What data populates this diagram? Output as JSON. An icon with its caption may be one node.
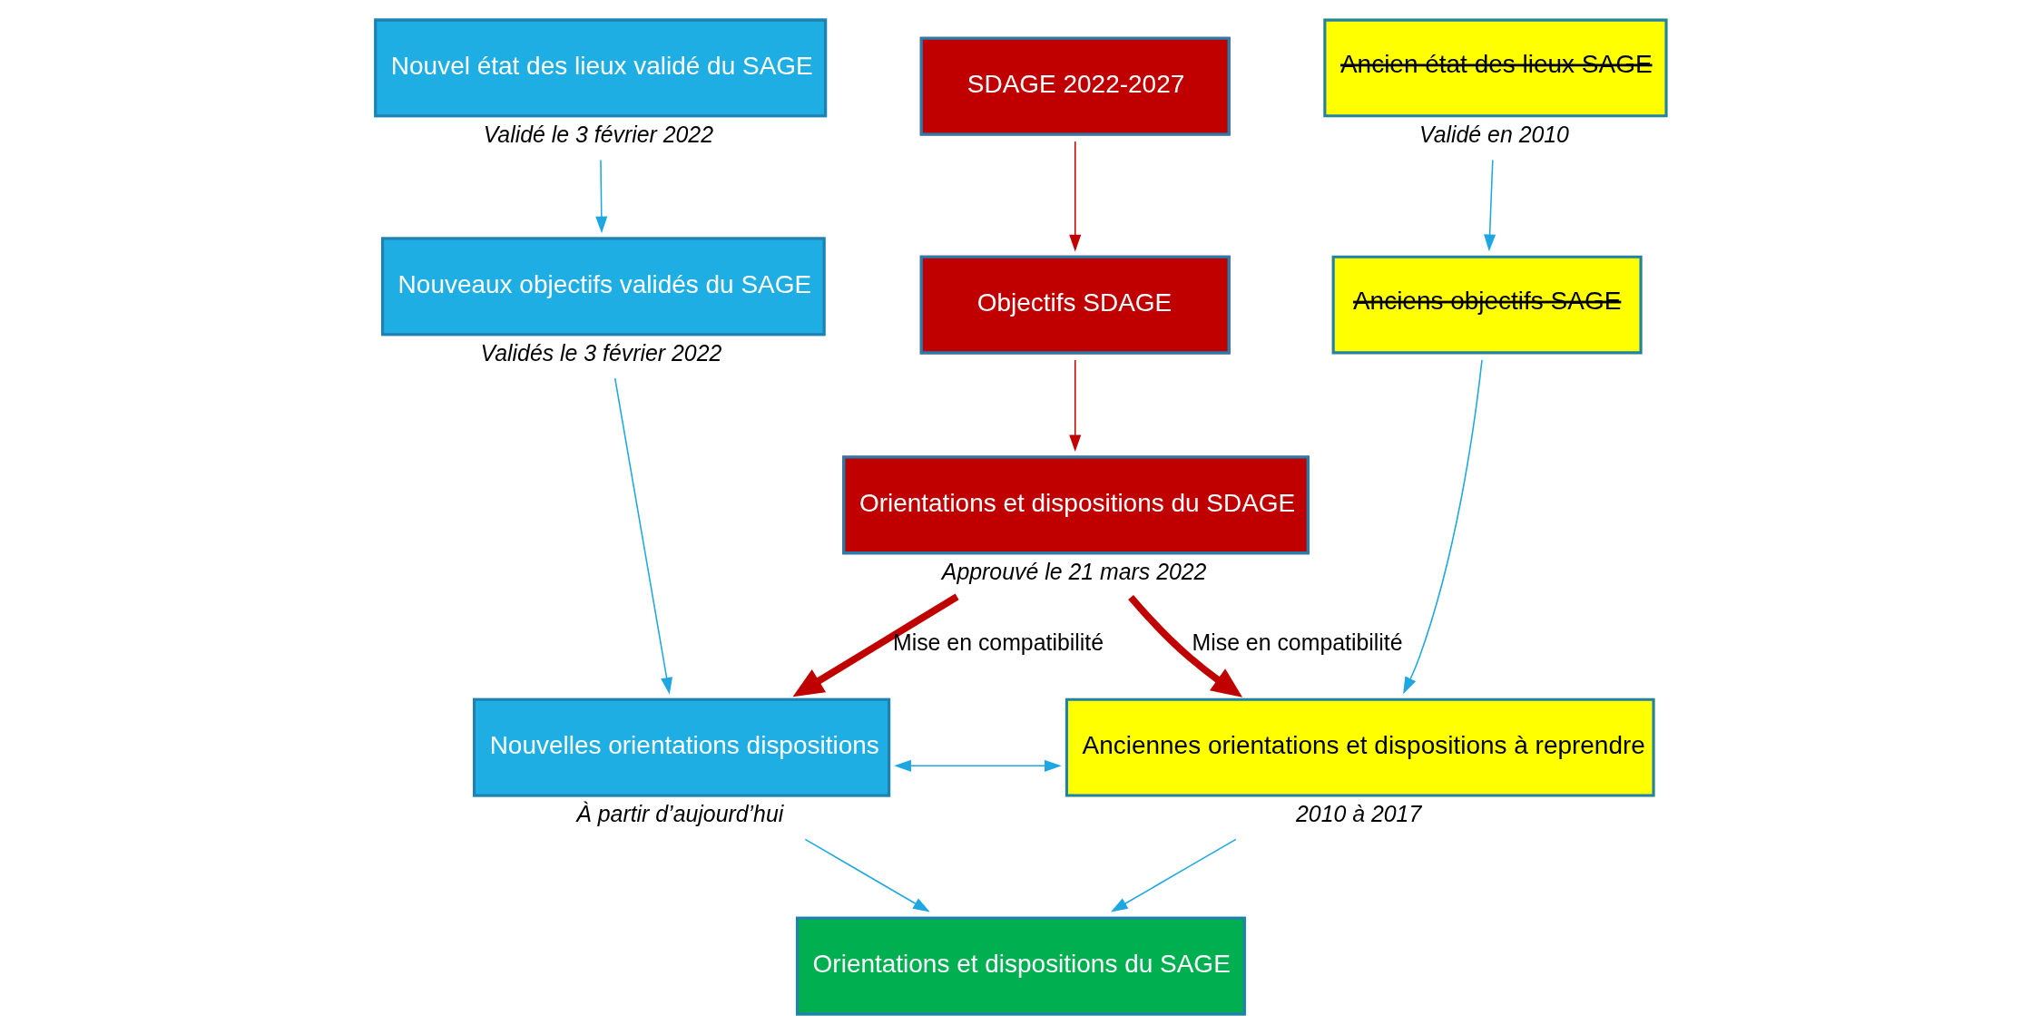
{
  "diagram": {
    "nodes": [
      {
        "text": [
          "Nouvel état des lieux validé du SAGE"
        ],
        "beside": [
          "Validé le 3 février 2022"
        ]
      },
      {
        "text": [
          "SDAGE 2022-2027"
        ]
      },
      {
        "text": [
          "Ancien état des lieux SAGE"
        ],
        "beside": [
          "Validé en 2010"
        ]
      },
      {
        "text": [
          "Nouveaux objectifs validés du SAGE"
        ],
        "beside": [
          "Validés le 3 février 2022"
        ]
      },
      {
        "text": [
          "Objectifs SDAGE"
        ]
      },
      {
        "text": [
          "Anciens objectifs SAGE"
        ]
      },
      {
        "text": [
          "Orientations et dispositions du SDAGE"
        ],
        "beside": [
          "Approuvé le 21 mars 2022"
        ]
      },
      {
        "text": [
          "Nouvelles orientations dispositions"
        ],
        "beside": [
          "À partir d’aujourd’hui"
        ]
      },
      {
        "text": [
          "Anciennes orientations et dispositions à reprendre"
        ],
        "beside": [
          "2010 à 2017"
        ]
      },
      {
        "text": [
          "Orientations et dispositions du SAGE"
        ]
      }
    ],
    "edges": [
      {
        "from": 0,
        "to": 3,
        "arrow": "to"
      },
      {
        "from": 1,
        "to": 4,
        "arrow": "to",
        "color": "#c00000"
      },
      {
        "from": 2,
        "to": 5,
        "arrow": "to"
      },
      {
        "from": 4,
        "to": 6,
        "arrow": "to",
        "color": "#c00000"
      },
      {
        "from": 3,
        "to": 7,
        "arrow": "to"
      },
      {
        "from": 5,
        "to": 8,
        "arrow": "to"
      },
      {
        "from": 6,
        "to": 7,
        "arrow": "to",
        "label": "Mise en compatibilité",
        "style": "thick",
        "color": "#c00000"
      },
      {
        "from": 6,
        "to": 8,
        "arrow": "to",
        "label": "Mise en compatibilité",
        "style": "thick",
        "color": "#c00000"
      },
      {
        "from": 7,
        "to": 8,
        "arrow": "both"
      },
      {
        "from": 7,
        "to": 9,
        "arrow": "to"
      },
      {
        "from": 8,
        "to": 9,
        "arrow": "to"
      }
    ]
  }
}
